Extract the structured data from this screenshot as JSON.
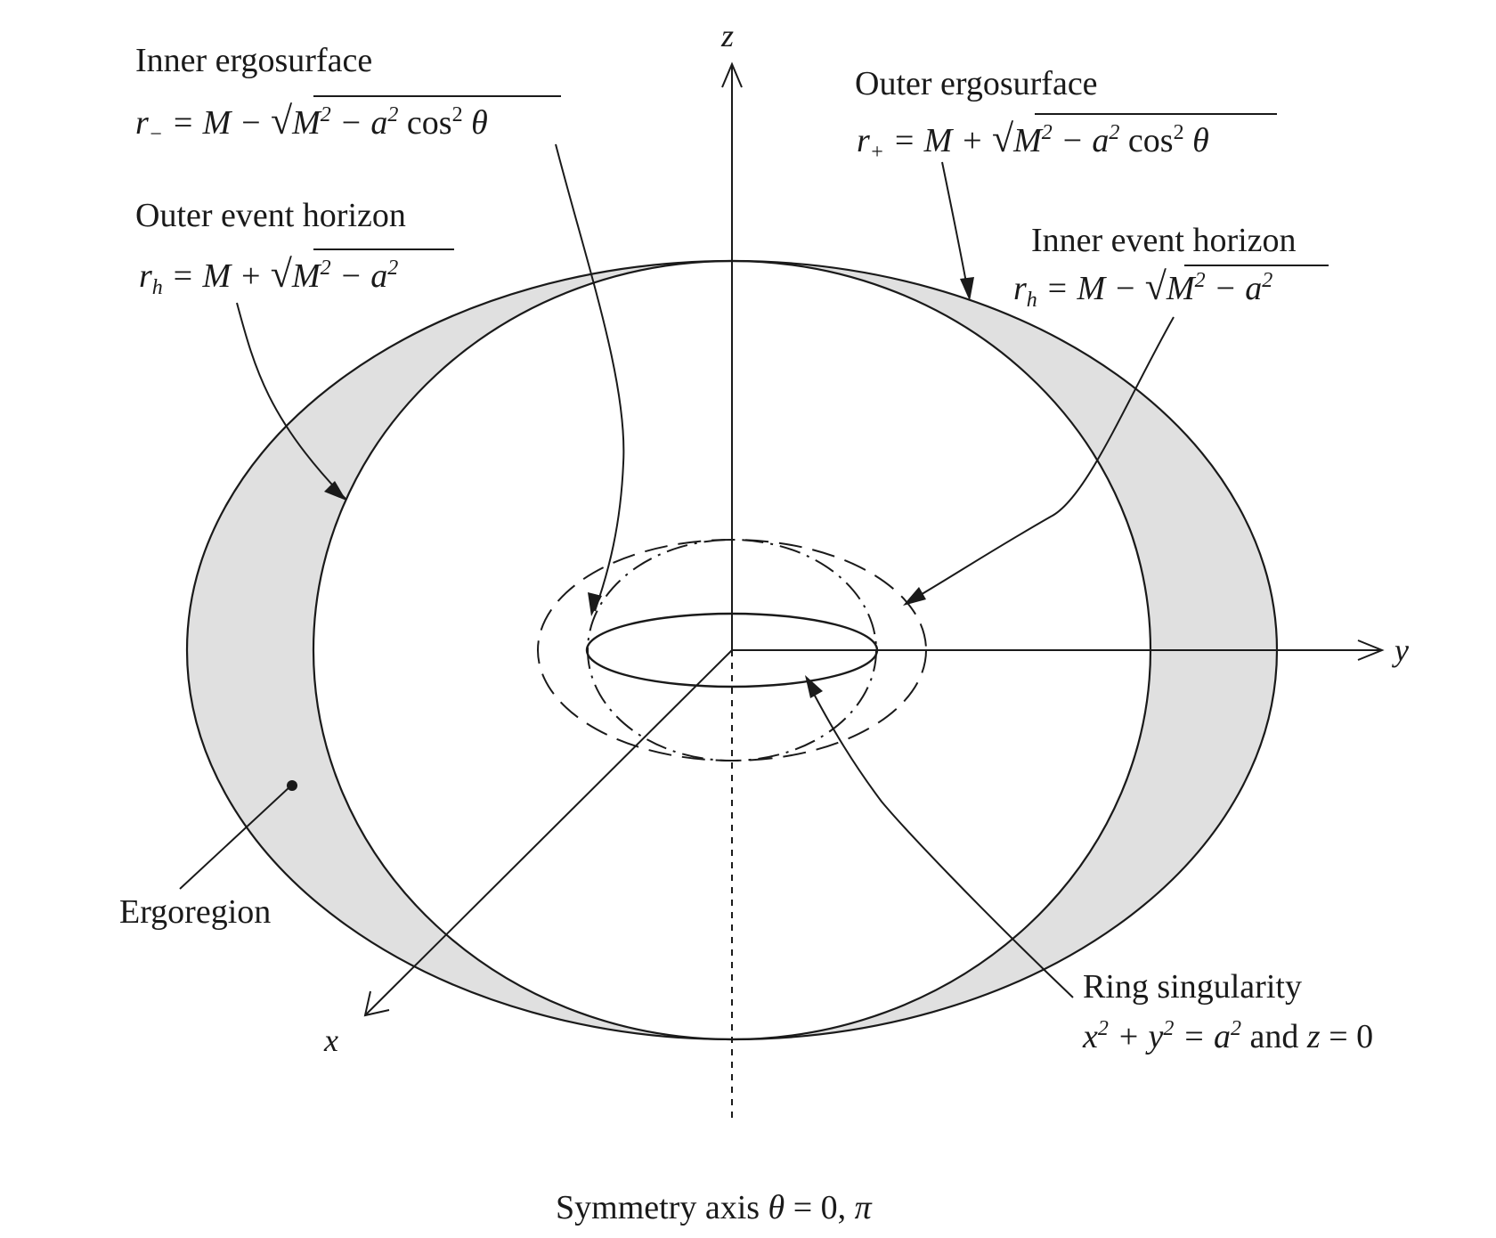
{
  "axes": {
    "z": "z",
    "y": "y",
    "x": "x",
    "symmetry_axis": {
      "prefix": "Symmetry axis ",
      "theta": "θ",
      "values": " = 0, ",
      "pi": "π"
    }
  },
  "labels": {
    "inner_ergosurface": {
      "title": "Inner ergosurface",
      "r": "r",
      "sub": "−",
      "eq": " = M − ",
      "rad_a": "M",
      "rad_b": " − a",
      "rad_c": " cos",
      "rad_d": " θ",
      "sq": "2"
    },
    "outer_ergosurface": {
      "title": "Outer ergosurface",
      "r": "r",
      "sub": "+",
      "eq": " = M + ",
      "rad_a": "M",
      "rad_b": " − a",
      "rad_c": " cos",
      "rad_d": " θ",
      "sq": "2"
    },
    "outer_event_horizon": {
      "title": "Outer event horizon",
      "r": "r",
      "sub": "h",
      "eq": " = M + ",
      "rad_a": "M",
      "rad_b": " − a",
      "sq": "2"
    },
    "inner_event_horizon": {
      "title": "Inner event horizon",
      "r": "r",
      "sub": "h",
      "eq": " = M − ",
      "rad_a": "M",
      "rad_b": " − a",
      "sq": "2"
    },
    "ergoregion": "Ergoregion",
    "ring_singularity": {
      "title": "Ring singularity",
      "x": "x",
      "plus": " + y",
      "eq": " = a",
      "and": " and ",
      "z": "z",
      "zeq": " = 0",
      "sq": "2"
    }
  },
  "colors": {
    "ergoregion_fill": "#e0e0e0",
    "line": "#1a1a1a"
  }
}
